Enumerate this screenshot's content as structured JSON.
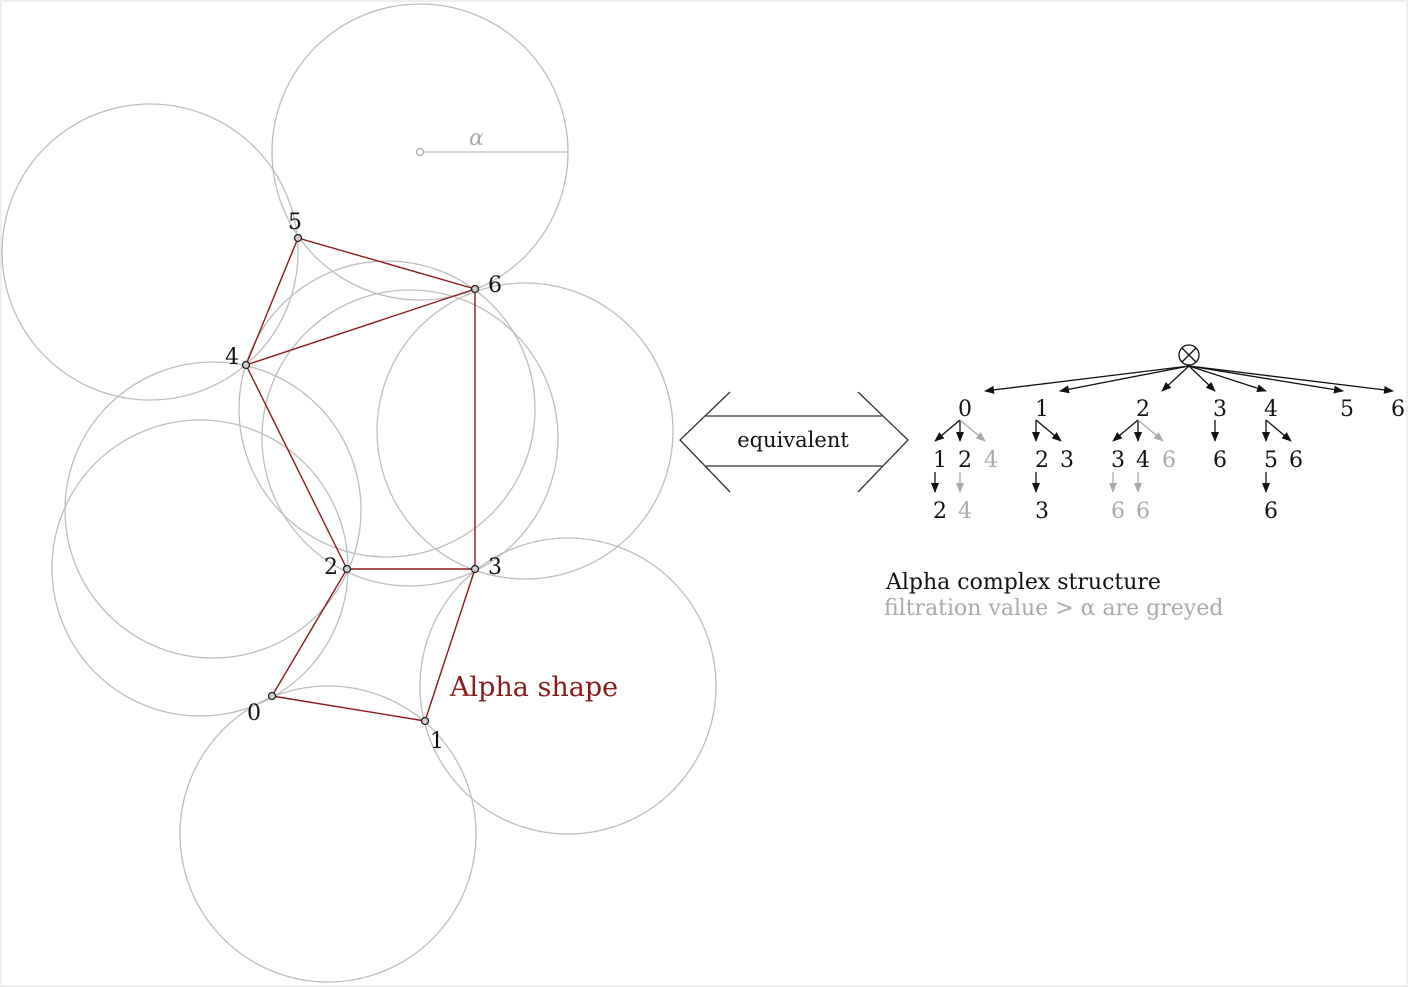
{
  "diagram": {
    "shape_label": "Alpha shape",
    "radius_symbol": "α",
    "equivalence_label": "equivalent",
    "caption_line1": "Alpha complex structure",
    "caption_line2": "filtration value > α are greyed",
    "root_symbol": "⊗",
    "colors": {
      "edge": "#8b1a1a",
      "circle": "#bdbdbd",
      "greyed": "#aaaaaa",
      "text": "#111111"
    },
    "vertices": [
      {
        "label": "0"
      },
      {
        "label": "1"
      },
      {
        "label": "2"
      },
      {
        "label": "3"
      },
      {
        "label": "4"
      },
      {
        "label": "5"
      },
      {
        "label": "6"
      }
    ],
    "edges": [
      [
        0,
        1
      ],
      [
        0,
        2
      ],
      [
        1,
        3
      ],
      [
        2,
        3
      ],
      [
        2,
        4
      ],
      [
        3,
        6
      ],
      [
        4,
        5
      ],
      [
        4,
        6
      ],
      [
        5,
        6
      ]
    ],
    "tree": {
      "level1": [
        "0",
        "1",
        "2",
        "3",
        "4",
        "5",
        "6"
      ],
      "level2": [
        {
          "label": "1",
          "grey": false
        },
        {
          "label": "2",
          "grey": false
        },
        {
          "label": "4",
          "grey": true
        },
        {
          "label": "2",
          "grey": false
        },
        {
          "label": "3",
          "grey": false
        },
        {
          "label": "3",
          "grey": false
        },
        {
          "label": "4",
          "grey": false
        },
        {
          "label": "6",
          "grey": true
        },
        {
          "label": "6",
          "grey": false
        },
        {
          "label": "5",
          "grey": false
        },
        {
          "label": "6",
          "grey": false
        }
      ],
      "level3": [
        {
          "label": "2",
          "grey": false
        },
        {
          "label": "4",
          "grey": true
        },
        {
          "label": "3",
          "grey": false
        },
        {
          "label": "6",
          "grey": true
        },
        {
          "label": "6",
          "grey": true
        },
        {
          "label": "6",
          "grey": false
        }
      ]
    }
  }
}
